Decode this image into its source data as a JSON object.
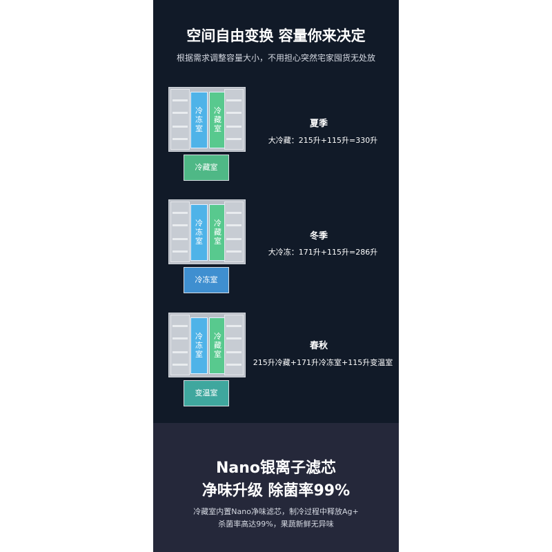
{
  "hero": {
    "title": "空间自由变换 容量你来决定",
    "subtitle": "根据需求调整容量大小，不用担心突然宅家囤货无处放"
  },
  "modes": [
    {
      "season": "夏季",
      "detail": "大冷藏：215升+115升=330升",
      "left_compartment": [
        "冷",
        "冻",
        "室"
      ],
      "right_compartment": [
        "冷",
        "藏",
        "室"
      ],
      "drawer_label": "冷藏室",
      "drawer_color": "#4fb886"
    },
    {
      "season": "冬季",
      "detail": "大冷冻：171升+115升=286升",
      "left_compartment": [
        "冷",
        "冻",
        "室"
      ],
      "right_compartment": [
        "冷",
        "藏",
        "室"
      ],
      "drawer_label": "冷冻室",
      "drawer_color": "#3f8fd0"
    },
    {
      "season": "春秋",
      "detail": "215升冷藏+171升冷冻室+115升变温室",
      "left_compartment": [
        "冷",
        "冻",
        "室"
      ],
      "right_compartment": [
        "冷",
        "藏",
        "室"
      ],
      "drawer_label": "变温室",
      "drawer_color": "#3fa79e"
    }
  ],
  "nano": {
    "line1": "Nano银离子滤芯",
    "line2": "净味升级 除菌率99%",
    "desc1": "冷藏室内置Nano净味滤芯，制冷过程中释放Ag+",
    "desc2": "杀菌率高达99%，果蔬新鲜无异味"
  }
}
